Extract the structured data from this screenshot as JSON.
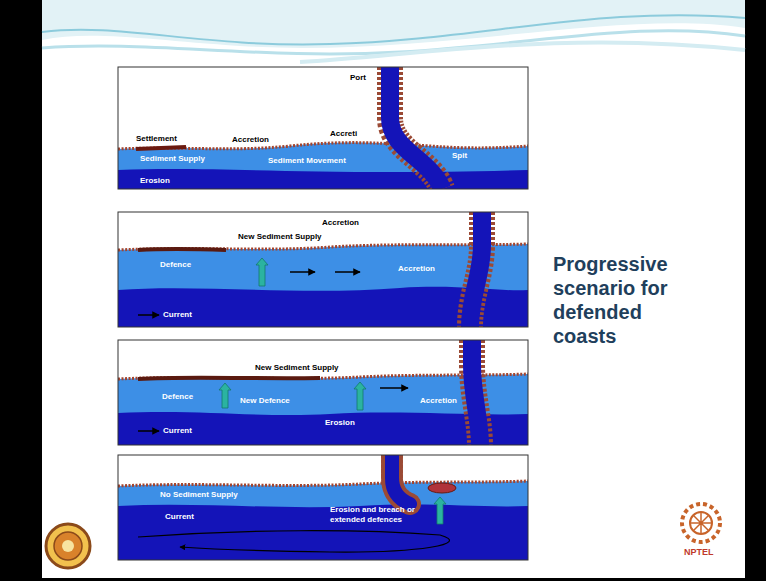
{
  "diagram": {
    "title": "Progressive scenario for defended coasts",
    "labels": [
      "Port",
      "Settlement",
      "Accretion",
      "Accreti",
      "Spit",
      "Sediment Supply",
      "Sediment Movement",
      "Erosion",
      "New Sediment Supply",
      "Accretion",
      "Defence",
      "Accretion",
      "Current",
      "New Sediment Supply",
      "Defence",
      "New Defence",
      "Erosion",
      "Accretion",
      "Current",
      "No Sediment Supply",
      "Current",
      "Erosion and breach or extended defences",
      "NPTEL"
    ]
  }
}
